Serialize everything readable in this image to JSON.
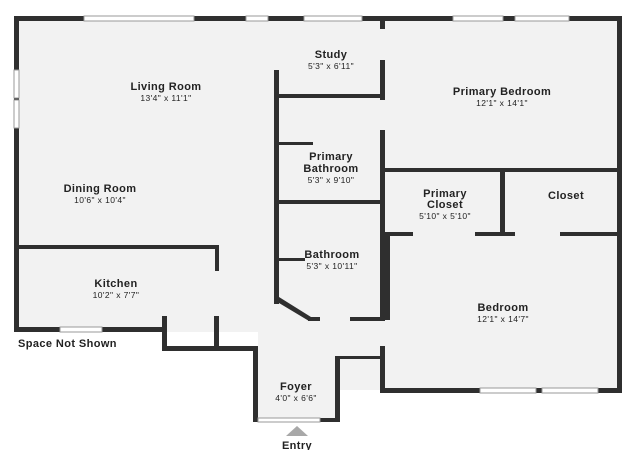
{
  "rooms": [
    {
      "id": "study",
      "name": "Study",
      "dims": "5'3\" x 6'11\""
    },
    {
      "id": "living",
      "name": "Living Room",
      "dims": "13'4\" x 11'1\""
    },
    {
      "id": "primary-bed",
      "name": "Primary Bedroom",
      "dims": "12'1\" x 14'1\""
    },
    {
      "id": "primary-bath",
      "name": "Primary Bathroom",
      "name_lines": [
        "Primary",
        "Bathroom"
      ],
      "dims": "5'3\" x 9'10\""
    },
    {
      "id": "dining",
      "name": "Dining Room",
      "dims": "10'6\" x 10'4\""
    },
    {
      "id": "primary-closet",
      "name": "Primary Closet",
      "name_lines": [
        "Primary",
        "Closet"
      ],
      "dims": "5'10\" x 5'10\""
    },
    {
      "id": "closet",
      "name": "Closet",
      "dims": ""
    },
    {
      "id": "bathroom",
      "name": "Bathroom",
      "dims": "5'3\" x 10'11\""
    },
    {
      "id": "kitchen",
      "name": "Kitchen",
      "dims": "10'2\" x 7'7\""
    },
    {
      "id": "bedroom",
      "name": "Bedroom",
      "dims": "12'1\" x 14'7\""
    },
    {
      "id": "foyer",
      "name": "Foyer",
      "dims": "4'0\" x 6'6\""
    }
  ],
  "notes": {
    "space_not_shown": "Space Not Shown",
    "entry": "Entry"
  },
  "colors": {
    "floor": "#f2f2f2",
    "wall": "#2f2f2f",
    "entry_arrow": "#a8a8a8"
  }
}
